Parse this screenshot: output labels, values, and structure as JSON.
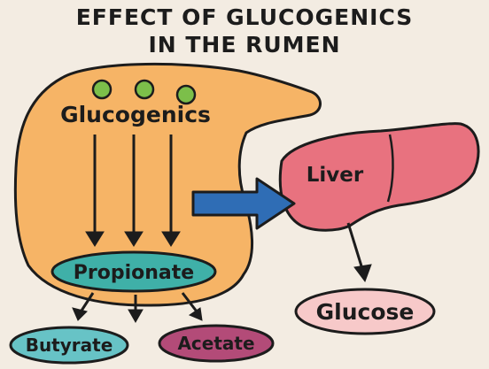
{
  "title": {
    "line1": "EFFECT OF GLUCOGENICS",
    "line2": "IN THE RUMEN"
  },
  "nodes": {
    "rumen_label": "Glucogenics",
    "liver_label": "Liver",
    "propionate_label": "Propionate",
    "glucose_label": "Glucose",
    "butyrate_label": "Butyrate",
    "acetate_label": "Acetate"
  },
  "colors": {
    "background": "#f3ece2",
    "rumen": "#f6b466",
    "liver": "#e8727f",
    "propionate": "#3fb0a8",
    "glucose": "#f7c9c9",
    "butyrate": "#67c3c6",
    "acetate": "#b34b78",
    "granules": "#7cbf4a",
    "transfer_arrow": "#2f6db5",
    "outline": "#1c1c1c"
  }
}
